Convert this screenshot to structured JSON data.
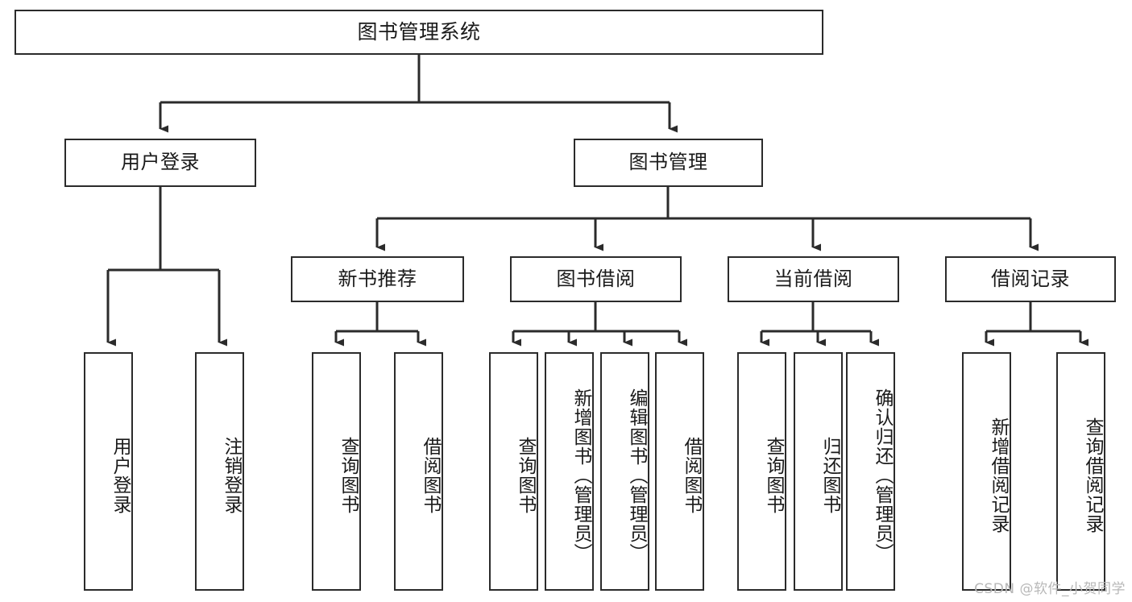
{
  "diagram": {
    "type": "hierarchy-tree",
    "title": "图书管理系统",
    "root": {
      "id": "root",
      "label": "图书管理系统",
      "orientation": "horizontal"
    },
    "level2": [
      {
        "id": "user-login",
        "label": "用户登录",
        "orientation": "horizontal"
      },
      {
        "id": "book-manage",
        "label": "图书管理",
        "orientation": "horizontal"
      }
    ],
    "level3": [
      {
        "id": "new-book-rec",
        "label": "新书推荐",
        "orientation": "horizontal",
        "parent": "book-manage"
      },
      {
        "id": "book-borrow",
        "label": "图书借阅",
        "orientation": "horizontal",
        "parent": "book-manage"
      },
      {
        "id": "current-borrow",
        "label": "当前借阅",
        "orientation": "horizontal",
        "parent": "book-manage"
      },
      {
        "id": "borrow-record",
        "label": "借阅记录",
        "orientation": "horizontal",
        "parent": "book-manage"
      }
    ],
    "leaves": {
      "user_login": [
        {
          "id": "leaf-user-login",
          "label": "用户登录"
        },
        {
          "id": "leaf-logout-login",
          "label": "注销登录"
        }
      ],
      "new_book_rec": [
        {
          "id": "leaf-query-book-1",
          "label": "查询图书"
        },
        {
          "id": "leaf-borrow-book-1",
          "label": "借阅图书"
        }
      ],
      "book_borrow": [
        {
          "id": "leaf-query-book-2",
          "label": "查询图书"
        },
        {
          "id": "leaf-add-book",
          "label": "新增图书（管理员）"
        },
        {
          "id": "leaf-edit-book",
          "label": "编辑图书（管理员）"
        },
        {
          "id": "leaf-borrow-book-2",
          "label": "借阅图书"
        }
      ],
      "current_borrow": [
        {
          "id": "leaf-query-book-3",
          "label": "查询图书"
        },
        {
          "id": "leaf-return-book",
          "label": "归还图书"
        },
        {
          "id": "leaf-confirm-return",
          "label": "确认归还（管理员）"
        }
      ],
      "borrow_record": [
        {
          "id": "leaf-add-record",
          "label": "新增借阅记录"
        },
        {
          "id": "leaf-query-record",
          "label": "查询借阅记录"
        }
      ]
    }
  },
  "watermark": {
    "text": "CSDN @软件_小贺同学"
  },
  "colors": {
    "stroke": "#2b2b2b",
    "background": "#ffffff",
    "text": "#1a1a1a",
    "watermark": "#b8b8b8"
  }
}
